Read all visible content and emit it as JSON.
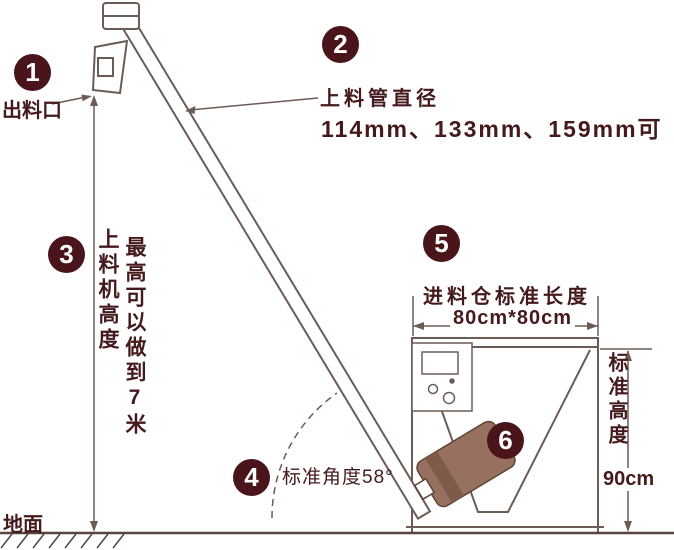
{
  "colors": {
    "badge_bg": "#4a151a",
    "text": "#451a1c",
    "drawing_line": "#6b5d55",
    "motor_fill": "#97705f"
  },
  "badges": {
    "b1": "1",
    "b2": "2",
    "b3": "3",
    "b4": "4",
    "b5": "5",
    "b6": "6"
  },
  "labels": {
    "outlet": "出料口",
    "pipe_title": "上料管直径",
    "pipe_sizes": "114mm、133mm、159mm可",
    "height_col1": "上料机高度",
    "height_col2": "最高可以做到7米",
    "angle": "标准角度58°",
    "hopper_title": "进料仓标准长度",
    "hopper_size": "80cm*80cm",
    "std_height": "标准高度",
    "std_height_value": "90cm",
    "ground": "地面"
  }
}
